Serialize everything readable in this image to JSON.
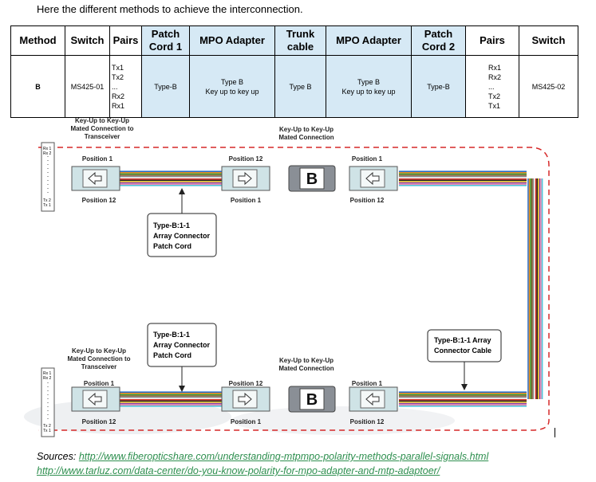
{
  "intro": "Here the different methods to achieve the interconnection.",
  "table": {
    "headers": [
      "Method",
      "Switch",
      "Pairs",
      "Patch Cord 1",
      "MPO Adapter",
      "Trunk cable",
      "MPO Adapter",
      "Patch Cord 2",
      "Pairs",
      "Switch"
    ],
    "row": {
      "method": "B",
      "switch1": "MS425-01",
      "pairs1": [
        "Tx1",
        "Tx2",
        "...",
        "Rx2",
        "Rx1"
      ],
      "patch_cord_1": "Type-B",
      "mpo_adapter_1": [
        "Type B",
        "Key up to key up"
      ],
      "trunk_cable": "Type B",
      "mpo_adapter_2": [
        "Type B",
        "Key up to key up"
      ],
      "patch_cord_2": "Type-B",
      "pairs2": [
        "Rx1",
        "Rx2",
        "...",
        "Tx2",
        "Tx1"
      ],
      "switch2": "MS425-02"
    }
  },
  "diagram": {
    "top_left_caption": [
      "Key-Up to Key-Up",
      "Mated Connection to",
      "Transceiver"
    ],
    "top_mid_caption": [
      "Key-Up to Key-Up",
      "Mated Connection"
    ],
    "bottom_left_caption": [
      "Key-Up to Key-Up",
      "Mated Connection to",
      "Transceiver"
    ],
    "bottom_mid_caption": [
      "Key-Up to Key-Up",
      "Mated Connection"
    ],
    "position_1": "Position 1",
    "position_12": "Position 12",
    "adapter_letter": "B",
    "patch_cord_callout": [
      "Type-B:1-1",
      "Array Connector",
      "Patch Cord"
    ],
    "cable_callout": [
      "Type-B:1-1 Array",
      "Connector Cable"
    ],
    "transceiver_top_labels": [
      "Rx 1",
      "Rx 2",
      "Tx 2",
      "Tx 1"
    ],
    "transceiver_bottom_labels": [
      "Rx 1",
      "Rx 2",
      "Tx 2",
      "Tx 1"
    ],
    "fiber_colors": [
      "#2b6cc4",
      "#e98a1e",
      "#3a9d3a",
      "#8b5a2b",
      "#8a8a8a",
      "#f2f2f2",
      "#d93025",
      "#222222",
      "#f2d21b",
      "#8e44ad",
      "#e88fb0",
      "#4fc3d9"
    ]
  },
  "sources": {
    "label": "Sources:",
    "link1": "http://www.fiberopticshare.com/understanding-mtpmpo-polarity-methods-parallel-signals.html",
    "link2": "http://www.tarluz.com/data-center/do-you-know-polarity-for-mpo-adapter-and-mtp-adaptoer/"
  }
}
